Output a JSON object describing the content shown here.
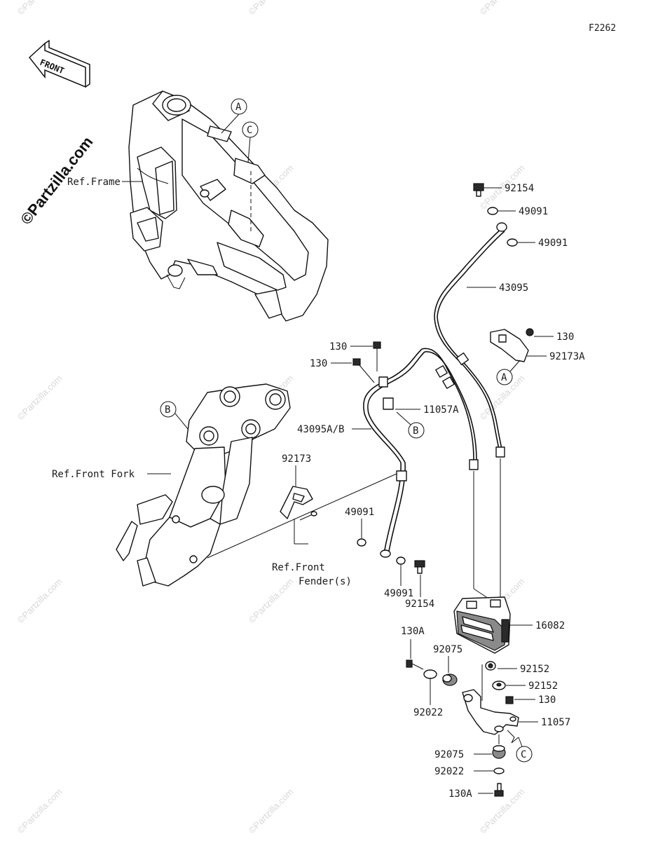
{
  "diagram_code": "F2262",
  "front_arrow_label": "FRONT",
  "watermark_large": "©Partzilla.com",
  "watermark_small": "©Partzilla.com",
  "reference_labels": {
    "frame": "Ref.Frame",
    "front_fork": "Ref.Front Fork",
    "front_fender_line1": "Ref.Front",
    "front_fender_line2": "Fender(s)"
  },
  "callouts": {
    "a_top": "A",
    "c_top": "C",
    "b_fork": "B",
    "b_hose": "B",
    "a_bracket": "A",
    "c_bottom": "C"
  },
  "part_labels": {
    "p92154_top": "92154",
    "p49091_a": "49091",
    "p49091_b": "49091",
    "p43095": "43095",
    "p130_bracket": "130",
    "p92173A": "92173A",
    "p130_a": "130",
    "p130_b": "130",
    "p11057A": "11057A",
    "p43095AB": "43095A/B",
    "p92173": "92173",
    "p49091_c": "49091",
    "p49091_d": "49091",
    "p92154_bottom": "92154",
    "p16082": "16082",
    "p130A_top": "130A",
    "p92075_top": "92075",
    "p92152_a": "92152",
    "p92152_b": "92152",
    "p130_c": "130",
    "p11057": "11057",
    "p92022_top": "92022",
    "p92075_bottom": "92075",
    "p92022_bottom": "92022",
    "p130A_bottom": "130A"
  }
}
